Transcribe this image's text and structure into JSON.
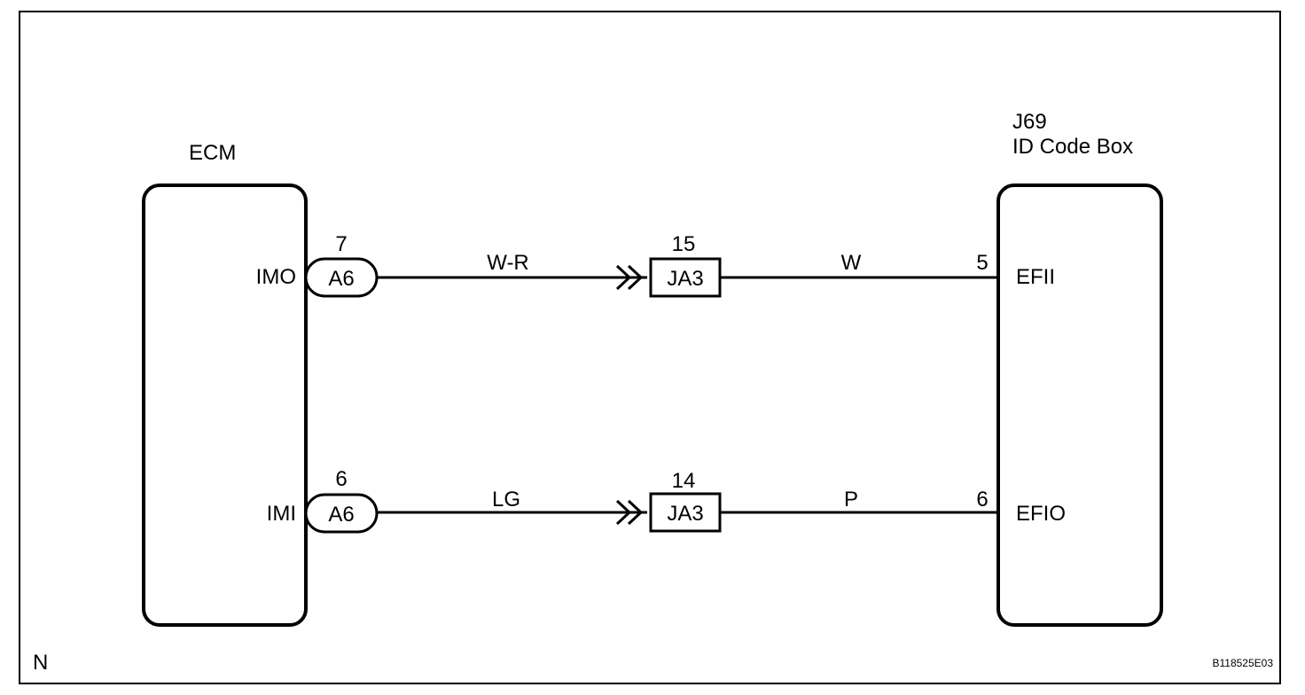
{
  "ecm": {
    "title": "ECM",
    "pins": {
      "top": "IMO",
      "bottom": "IMI"
    }
  },
  "idbox": {
    "connector": "J69",
    "title": "ID Code Box",
    "pins": {
      "top": "EFII",
      "bottom": "EFIO"
    }
  },
  "circuits": [
    {
      "ecm_connector": "A6",
      "ecm_pin": "7",
      "wire_to_junction": "W-R",
      "junction": "JA3",
      "junction_pin": "15",
      "wire_to_box": "W",
      "box_pin": "5"
    },
    {
      "ecm_connector": "A6",
      "ecm_pin": "6",
      "wire_to_junction": "LG",
      "junction": "JA3",
      "junction_pin": "14",
      "wire_to_box": "P",
      "box_pin": "6"
    }
  ],
  "footer": {
    "left": "N",
    "right": "B118525E03"
  }
}
